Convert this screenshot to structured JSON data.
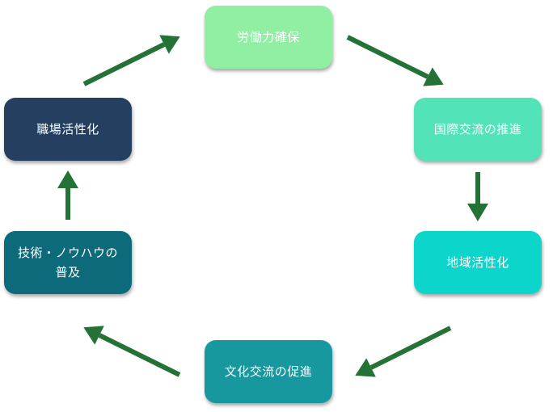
{
  "diagram": {
    "type": "cycle",
    "arrow_color": "#247236",
    "nodes": [
      {
        "id": "n0",
        "label": "労働力確保",
        "color": "#90EFA3"
      },
      {
        "id": "n1",
        "label": "国際交流の推進",
        "color": "#52E3B8"
      },
      {
        "id": "n2",
        "label": "地域活性化",
        "color": "#0CD6CB"
      },
      {
        "id": "n3",
        "label": "文化交流の促進",
        "color": "#16989E"
      },
      {
        "id": "n4",
        "label": "技術・ノウハウの普及",
        "color": "#0D6A7B"
      },
      {
        "id": "n5",
        "label": "職場活性化",
        "color": "#243F60"
      }
    ],
    "edges": [
      {
        "from": "n5",
        "to": "n0"
      },
      {
        "from": "n0",
        "to": "n1"
      },
      {
        "from": "n1",
        "to": "n2"
      },
      {
        "from": "n2",
        "to": "n3"
      },
      {
        "from": "n3",
        "to": "n4"
      },
      {
        "from": "n4",
        "to": "n5"
      }
    ]
  }
}
